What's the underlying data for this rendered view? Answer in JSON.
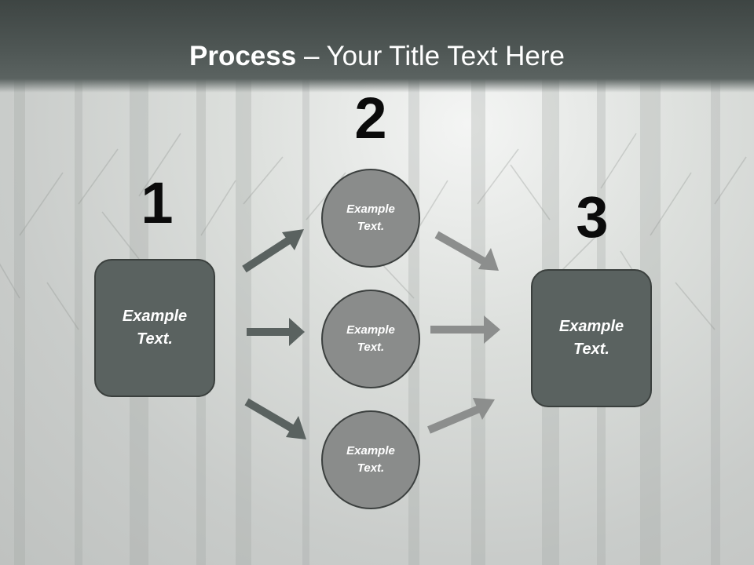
{
  "title": {
    "bold": "Process",
    "rest": " – Your Title Text Here"
  },
  "steps": [
    {
      "number": "1",
      "text": "Example\nText."
    },
    {
      "number": "2",
      "text": ""
    },
    {
      "number": "3",
      "text": "Example\nText."
    }
  ],
  "circles": [
    {
      "text": "Example\nText."
    },
    {
      "text": "Example\nText."
    },
    {
      "text": "Example\nText."
    }
  ],
  "colors": {
    "box_fill": "#5a6260",
    "circle_fill": "#8a8c8b",
    "arrow_dark": "#5a6260",
    "arrow_light": "#8c8e8d",
    "title_bar": "#4f5755"
  }
}
